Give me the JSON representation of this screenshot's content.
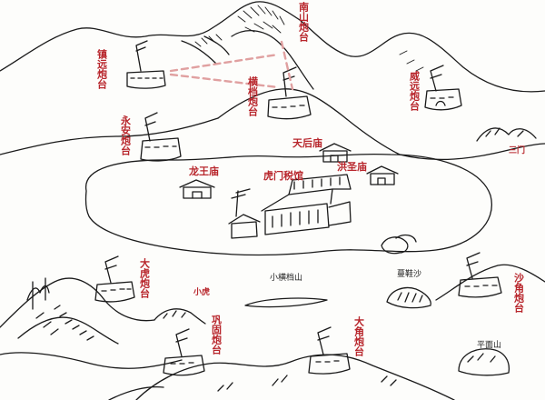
{
  "map": {
    "ink_color": "#1a1a1a",
    "label_color": "#b8262c",
    "route_color": "#e0a0a0",
    "labels": {
      "nanshan": "南山炮台",
      "zhenyuan": "镇远炮台",
      "hengdang": "横档炮台",
      "weiyuan": "威远炮台",
      "yongan": "永安炮台",
      "tianhou": "天后庙",
      "hongsheng": "洪圣庙",
      "longwang": "龙王庙",
      "humen_shuiguan": "虎门税馆",
      "sanmen": "三门",
      "dahu": "大虎炮台",
      "xiaohu": "小虎",
      "xiaohengdang": "小横档山",
      "manxie": "蔓鞋沙",
      "shajiao": "沙角炮台",
      "gongyuan": "巩固炮台",
      "dajiao": "大角炮台",
      "pingmianshan": "平面山"
    }
  }
}
